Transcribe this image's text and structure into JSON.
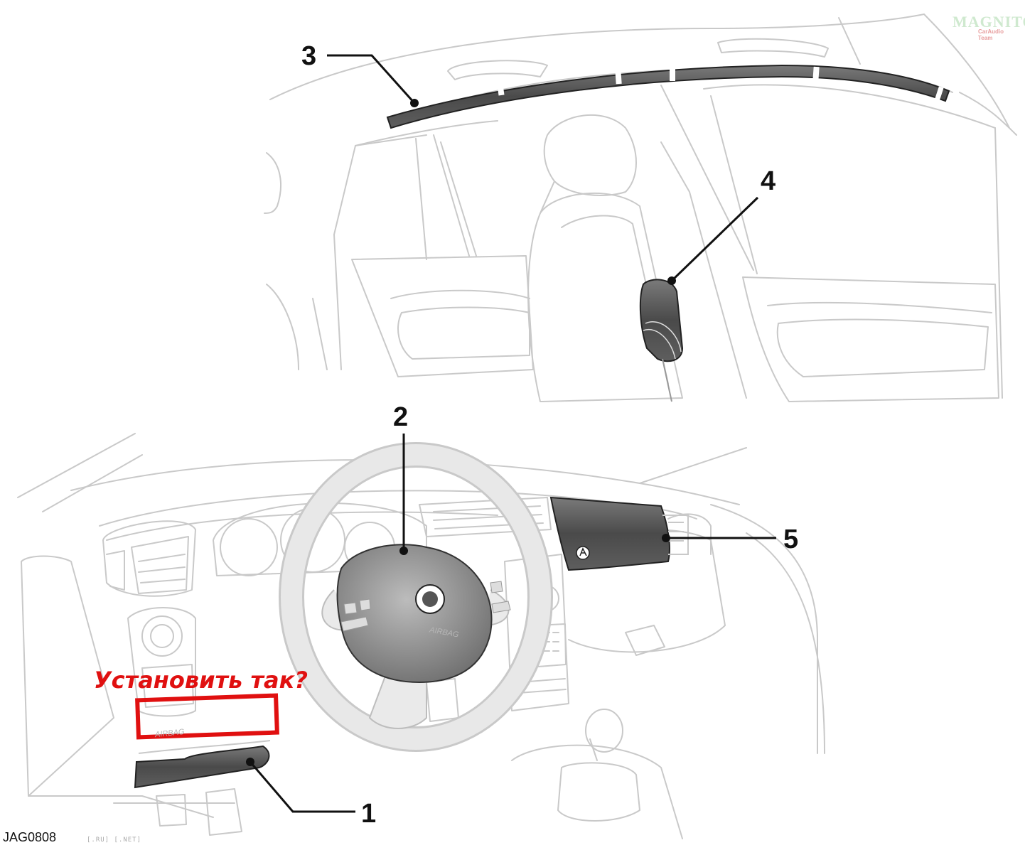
{
  "callouts": [
    "1",
    "2",
    "3",
    "4",
    "5"
  ],
  "annotation_ru": "Установить так?",
  "figure_code": "JAG0808",
  "watermark_bottom": "[.RU] [.NET]",
  "logo_text": "MAGNITOLA",
  "logo_sub": "CarAudio Team",
  "airbag_labels": [
    "AIRBAG",
    "AIRBAG"
  ],
  "colors": {
    "line": "#c9c9c9",
    "component_dark": "#555555",
    "highlight_red": "#e01010",
    "text": "#111111"
  }
}
